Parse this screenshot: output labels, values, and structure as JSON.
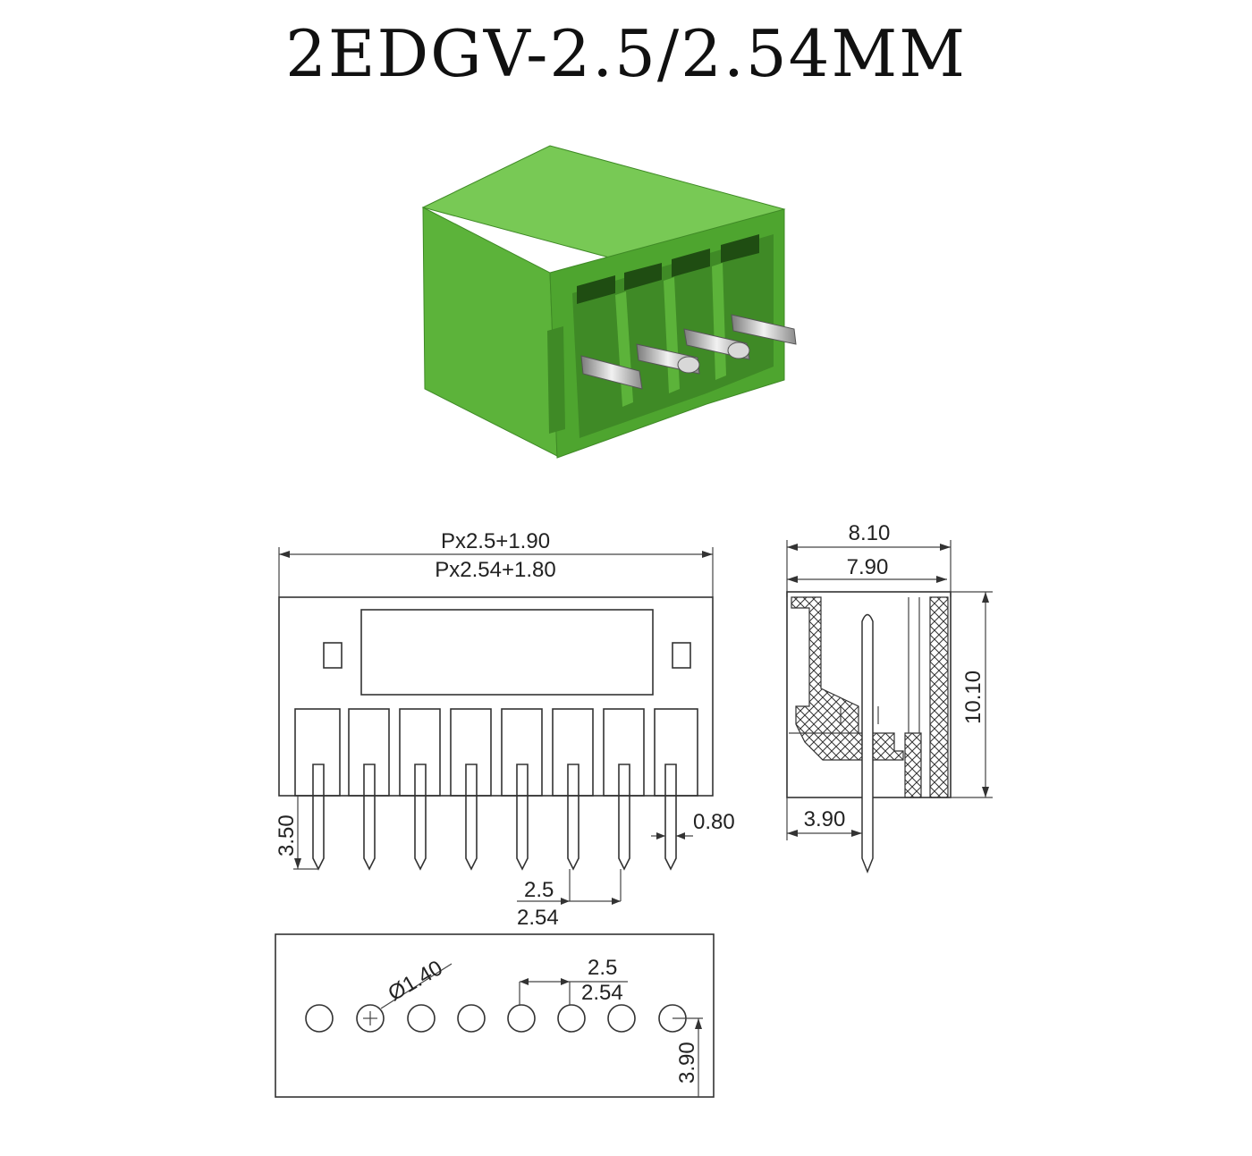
{
  "title": "2EDGV-2.5/2.54MM",
  "colors": {
    "housing": "#5cb33a",
    "housing_dark": "#3f8a26",
    "housing_light": "#78c955",
    "line": "#333333"
  },
  "dimensions": {
    "front_width_a": "Px2.5+1.90",
    "front_width_b": "Px2.54+1.80",
    "pin_length": "3.50",
    "pin_width": "0.80",
    "pitch_a": "2.5",
    "pitch_b": "2.54",
    "side_width_a": "8.10",
    "side_width_b": "7.90",
    "side_height": "10.10",
    "side_pin_offset": "3.90",
    "hole_diameter": "Ø1.40",
    "bottom_pitch_a": "2.5",
    "bottom_pitch_b": "2.54",
    "bottom_offset": "3.90"
  }
}
